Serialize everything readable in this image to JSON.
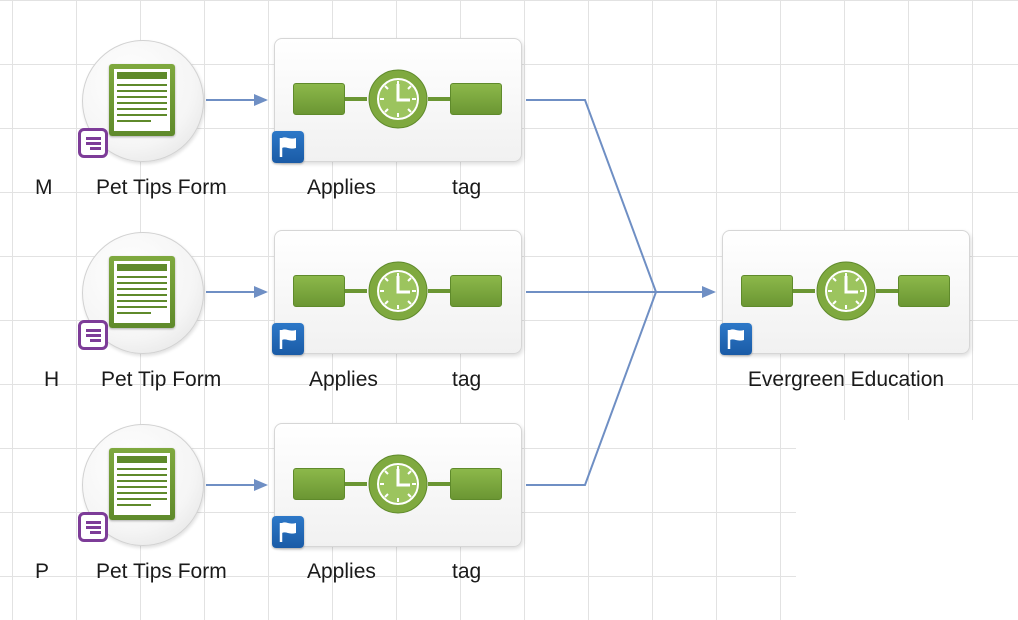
{
  "colors": {
    "connector": "#6f8fc4",
    "form_accent": "#5f8a2b",
    "form_badge": "#7d3c98",
    "action_badge": "#1a5ba6"
  },
  "icons": {
    "form": "form-document-icon",
    "form_badge": "form-list-icon",
    "action": "wait-timer-icon",
    "action_badge": "flag-icon"
  },
  "rows": [
    {
      "form": {
        "prefix": "M",
        "label": "Pet Tips Form"
      },
      "action": {
        "label_start": "Applies",
        "label_end": "tag"
      }
    },
    {
      "form": {
        "prefix": "H",
        "label": "Pet Tip Form"
      },
      "action": {
        "label_start": "Applies",
        "label_end": "tag"
      }
    },
    {
      "form": {
        "prefix": "P",
        "label": "Pet Tips Form"
      },
      "action": {
        "label_start": "Applies",
        "label_end": "tag"
      }
    }
  ],
  "target": {
    "label": "Evergreen Education"
  }
}
